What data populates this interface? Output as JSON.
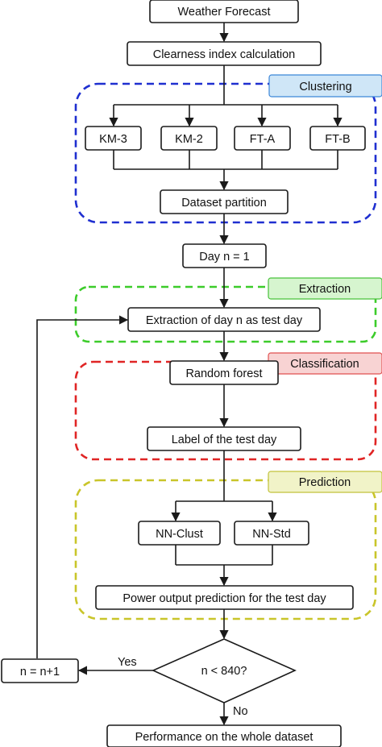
{
  "nodes": {
    "weather_forecast": "Weather Forecast",
    "clearness_index": "Clearness index calculation",
    "km3": "KM-3",
    "km2": "KM-2",
    "fta": "FT-A",
    "ftb": "FT-B",
    "dataset_partition": "Dataset partition",
    "day_n1": "Day n = 1",
    "extraction_day": "Extraction of day n as test day",
    "random_forest": "Random forest",
    "label_test_day": "Label of the test day",
    "nn_clust": "NN-Clust",
    "nn_std": "NN-Std",
    "power_output": "Power output prediction for the test day",
    "decision": "n < 840?",
    "increment": "n = n+1",
    "performance": "Performance on the whole dataset"
  },
  "groups": {
    "clustering": {
      "label": "Clustering",
      "border": "#1f2fd0",
      "tag_fill": "#cfe6f7",
      "tag_stroke": "#3b86d8"
    },
    "extraction": {
      "label": "Extraction",
      "border": "#3ccc2a",
      "tag_fill": "#d6f5cf",
      "tag_stroke": "#48c23a"
    },
    "classification": {
      "label": "Classification",
      "border": "#e02525",
      "tag_fill": "#f8d3d3",
      "tag_stroke": "#e05050"
    },
    "prediction": {
      "label": "Prediction",
      "border": "#c9c52a",
      "tag_fill": "#f1f3c8",
      "tag_stroke": "#c2c23a"
    }
  },
  "edge_labels": {
    "yes": "Yes",
    "no": "No"
  }
}
